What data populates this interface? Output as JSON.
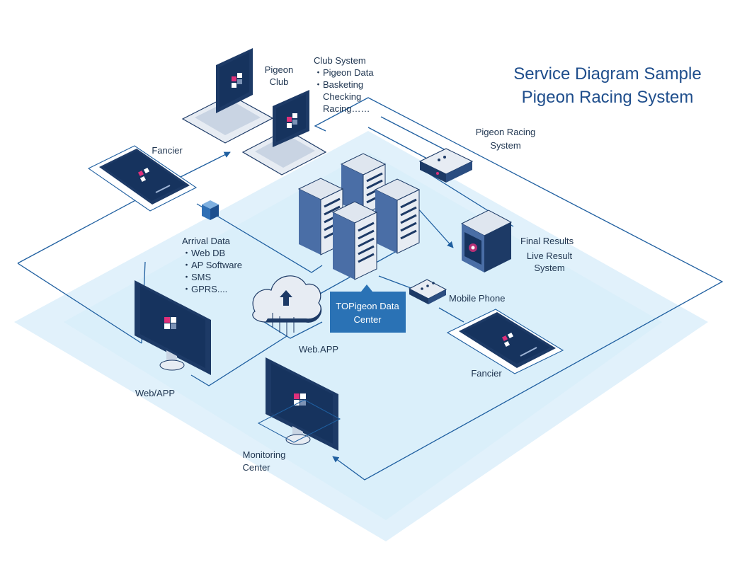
{
  "title": {
    "line1": "Service Diagram Sample",
    "line2": "Pigeon Racing System"
  },
  "labels": {
    "pigeon_club": [
      "Pigeon",
      "Club"
    ],
    "club_system": [
      "Club System",
      "・Pigeon Data",
      "・Basketing",
      "Checking",
      "Racing……"
    ],
    "fancier_top": "Fancier",
    "pigeon_racing_system": [
      "Pigeon Racing",
      "System"
    ],
    "arrival_data": [
      "Arrival Data",
      "・Web DB",
      "・AP Software",
      "・SMS",
      "・GPRS...."
    ],
    "final_results": "Final Results",
    "live_result_system": [
      "Live Result",
      "System"
    ],
    "data_center": [
      "TOPigeon Data",
      "Center"
    ],
    "mobile_phone": "Mobile Phone",
    "web_app_cloud": "Web.APP",
    "fancier_bottom": "Fancier",
    "web_app_monitor": "Web/APP",
    "monitoring_center": [
      "Monitoring",
      "Center"
    ]
  },
  "colors": {
    "platform": "#e1f1fb",
    "wire": "#1f5fa0",
    "device_dark": "#1d3a66",
    "device_screen": "#16335e",
    "device_silver": "#e7ecf3",
    "accent_pink": "#e0307a",
    "title": "#1f4e8c",
    "callout": "#2a72b5"
  },
  "icons": [
    "laptop-icon",
    "tablet-icon",
    "server-rack-icon",
    "cloud-upload-icon",
    "monitor-icon",
    "router-icon",
    "gateway-box-icon",
    "result-display-icon",
    "cube-icon"
  ]
}
